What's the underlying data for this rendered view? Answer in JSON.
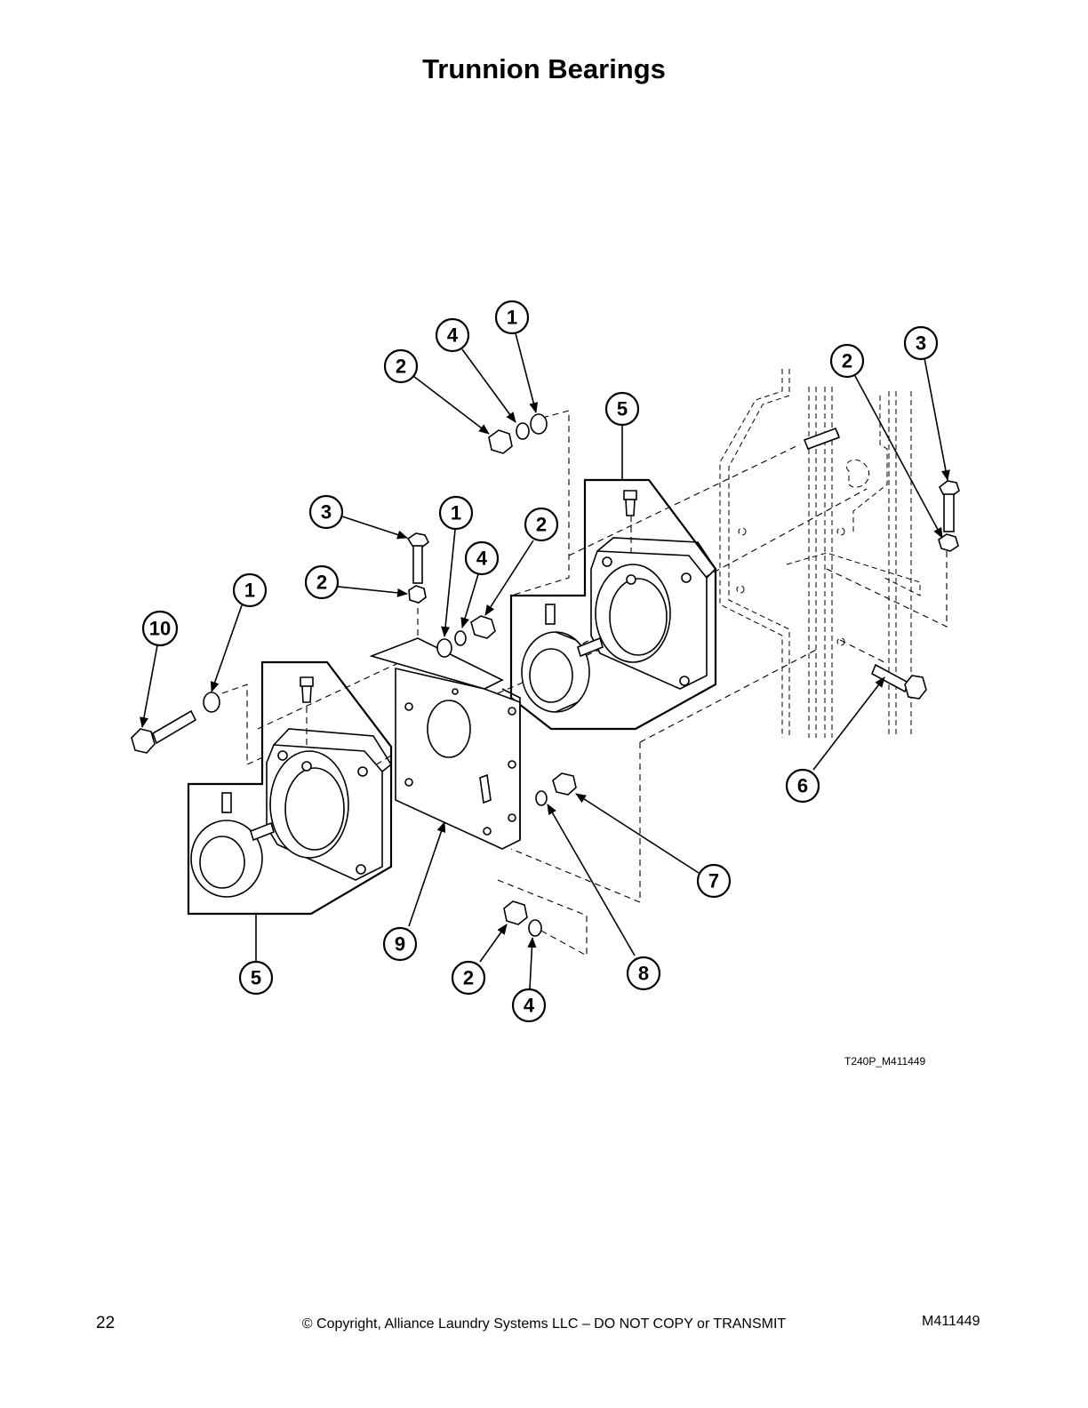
{
  "page": {
    "title": "Trunnion Bearings",
    "drawing_code": "T240P_M411449",
    "page_number": "22",
    "copyright": "© Copyright, Alliance Laundry Systems LLC – DO NOT COPY or TRANSMIT",
    "manual_number": "M411449"
  },
  "callouts": [
    {
      "id": "c1",
      "label": "1"
    },
    {
      "id": "c2",
      "label": "4"
    },
    {
      "id": "c3",
      "label": "2"
    },
    {
      "id": "c4",
      "label": "5"
    },
    {
      "id": "c5",
      "label": "2"
    },
    {
      "id": "c6",
      "label": "3"
    },
    {
      "id": "c7",
      "label": "3"
    },
    {
      "id": "c8",
      "label": "1"
    },
    {
      "id": "c9",
      "label": "2"
    },
    {
      "id": "c10",
      "label": "4"
    },
    {
      "id": "c11",
      "label": "2"
    },
    {
      "id": "c12",
      "label": "1"
    },
    {
      "id": "c13",
      "label": "10"
    },
    {
      "id": "c14",
      "label": "6"
    },
    {
      "id": "c15",
      "label": "7"
    },
    {
      "id": "c16",
      "label": "9"
    },
    {
      "id": "c17",
      "label": "8"
    },
    {
      "id": "c18",
      "label": "5"
    },
    {
      "id": "c19",
      "label": "2"
    },
    {
      "id": "c20",
      "label": "4"
    }
  ]
}
